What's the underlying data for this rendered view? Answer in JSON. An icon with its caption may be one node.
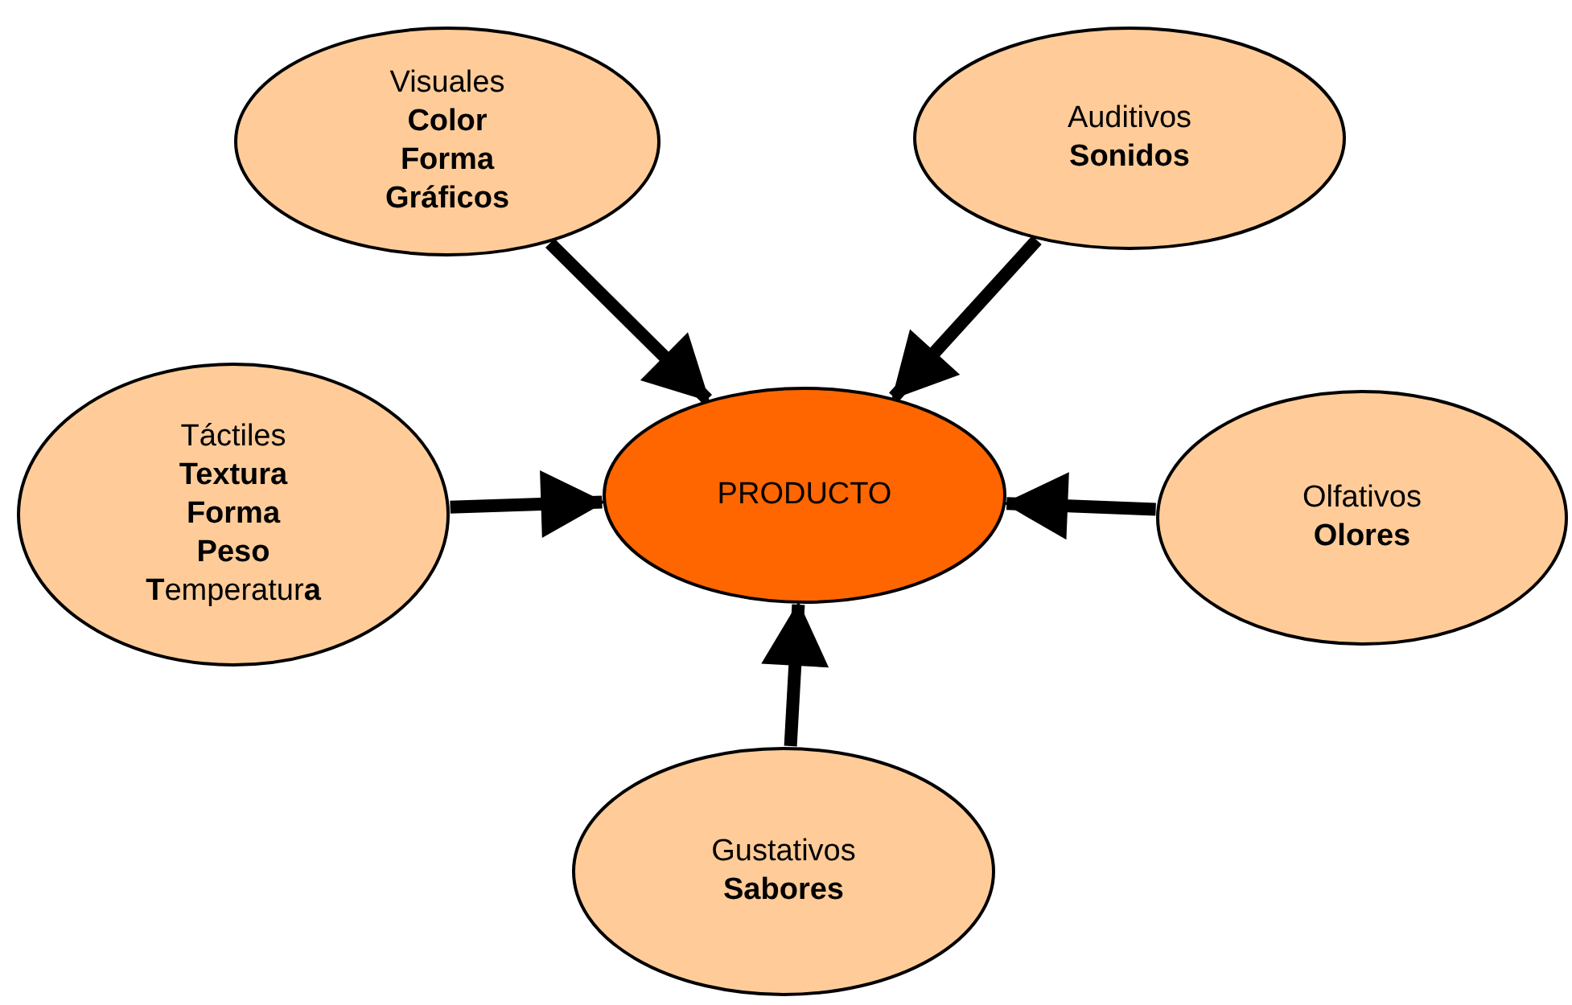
{
  "diagram": {
    "nodes": [
      {
        "text": [
          "Visuales",
          "Color",
          "Forma",
          "Gráficos"
        ]
      },
      {
        "text": [
          "Auditivos",
          "Sonidos"
        ]
      },
      {
        "text": [
          "Táctiles",
          "Textura",
          "Forma",
          "Peso",
          "**T**emperatur**a**"
        ]
      },
      {
        "text": [
          "PRODUCTO"
        ]
      },
      {
        "text": [
          "Olfativos",
          "Olores"
        ]
      },
      {
        "text": [
          "Gustativos",
          "Sabores"
        ]
      }
    ],
    "edges": [
      {
        "from": 0,
        "to": 3,
        "arrow": "to"
      },
      {
        "from": 1,
        "to": 3,
        "arrow": "to"
      },
      {
        "from": 2,
        "to": 3,
        "arrow": "to"
      },
      {
        "from": 4,
        "to": 3,
        "arrow": "to"
      },
      {
        "from": 5,
        "to": 3,
        "arrow": "to"
      }
    ]
  }
}
